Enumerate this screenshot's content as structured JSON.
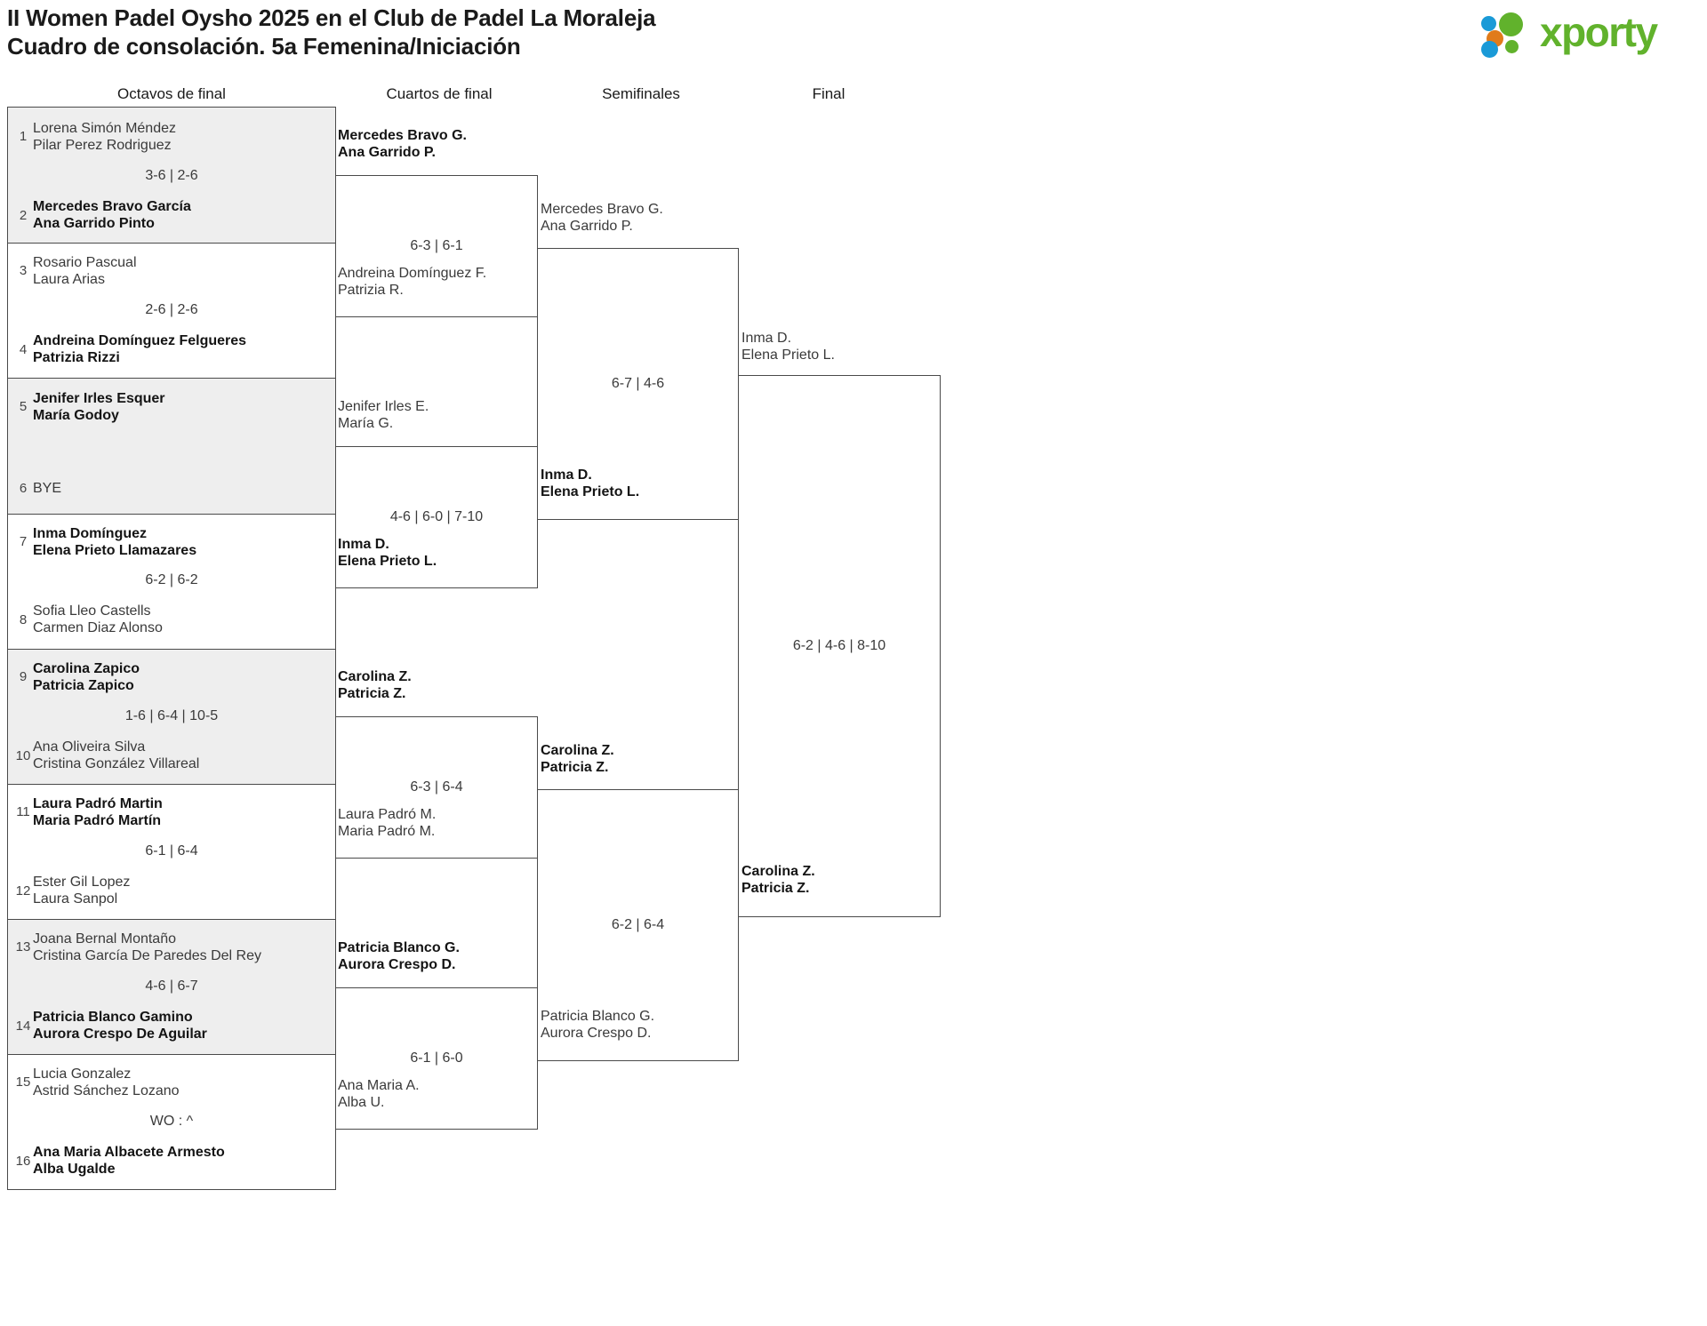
{
  "header": {
    "title_line1": "II Women Padel Oysho 2025 en el Club de Padel La Moraleja",
    "title_line2": "Cuadro de consolación. 5a Femenina/Iniciación",
    "logo_text": "xporty",
    "logo_colors": {
      "blue": "#1a9ad7",
      "orange": "#e07b1a",
      "green": "#61b22c"
    }
  },
  "rounds": [
    {
      "label": "Octavos de final"
    },
    {
      "label": "Cuartos de final"
    },
    {
      "label": "Semifinales"
    },
    {
      "label": "Final"
    }
  ],
  "chart_data": {
    "type": "bracket",
    "title": "II Women Padel Oysho 2025 en el Club de Padel La Moraleja — Cuadro de consolación. 5a Femenina/Iniciación",
    "rounds": [
      "Octavos de final",
      "Cuartos de final",
      "Semifinales",
      "Final"
    ],
    "round1_slots": [
      {
        "seed": "1",
        "lines": [
          "Lorena Simón Méndez",
          "Pilar Perez Rodriguez"
        ],
        "winner": false
      },
      {
        "seed": "2",
        "lines": [
          "Mercedes Bravo García",
          "Ana Garrido Pinto"
        ],
        "winner": true
      },
      {
        "seed": "3",
        "lines": [
          "Rosario Pascual",
          "Laura Arias"
        ],
        "winner": false
      },
      {
        "seed": "4",
        "lines": [
          "Andreina Domínguez Felgueres",
          "Patrizia Rizzi"
        ],
        "winner": true
      },
      {
        "seed": "5",
        "lines": [
          "Jenifer Irles Esquer",
          "María Godoy"
        ],
        "winner": true
      },
      {
        "seed": "6",
        "lines": [
          "BYE"
        ],
        "winner": false
      },
      {
        "seed": "7",
        "lines": [
          "Inma Domínguez",
          "Elena Prieto Llamazares"
        ],
        "winner": true
      },
      {
        "seed": "8",
        "lines": [
          "Sofia Lleo Castells",
          "Carmen Diaz Alonso"
        ],
        "winner": false
      },
      {
        "seed": "9",
        "lines": [
          "Carolina Zapico",
          "Patricia Zapico"
        ],
        "winner": true
      },
      {
        "seed": "10",
        "lines": [
          "Ana Oliveira Silva",
          "Cristina González Villareal"
        ],
        "winner": false
      },
      {
        "seed": "11",
        "lines": [
          "Laura Padró Martin",
          "Maria Padró Martín"
        ],
        "winner": true
      },
      {
        "seed": "12",
        "lines": [
          "Ester Gil Lopez",
          "Laura Sanpol"
        ],
        "winner": false
      },
      {
        "seed": "13",
        "lines": [
          "Joana Bernal Montaño",
          "Cristina García De Paredes Del Rey"
        ],
        "winner": false
      },
      {
        "seed": "14",
        "lines": [
          "Patricia Blanco Gamino",
          "Aurora Crespo De Aguilar"
        ],
        "winner": true
      },
      {
        "seed": "15",
        "lines": [
          "Lucia Gonzalez",
          "Astrid Sánchez Lozano"
        ],
        "winner": false
      },
      {
        "seed": "16",
        "lines": [
          "Ana Maria Albacete Armesto",
          "Alba Ugalde"
        ],
        "winner": true
      }
    ],
    "round1_scores": [
      "3-6 | 2-6",
      "2-6 | 2-6",
      "",
      "6-2 | 6-2",
      "1-6 | 6-4 | 10-5",
      "6-1 | 6-4",
      "4-6 | 6-7",
      "WO : ^"
    ],
    "round2_slots": [
      {
        "lines": [
          "Mercedes Bravo G.",
          "Ana Garrido P."
        ],
        "winner": true
      },
      {
        "lines": [
          "Andreina Domínguez F.",
          "Patrizia R."
        ],
        "winner": false
      },
      {
        "lines": [
          "Jenifer Irles E.",
          "María G."
        ],
        "winner": false
      },
      {
        "lines": [
          "Inma D.",
          "Elena Prieto L."
        ],
        "winner": true
      },
      {
        "lines": [
          "Carolina Z.",
          "Patricia Z."
        ],
        "winner": true
      },
      {
        "lines": [
          "Laura Padró M.",
          "Maria Padró M."
        ],
        "winner": false
      },
      {
        "lines": [
          "Patricia Blanco G.",
          "Aurora Crespo D."
        ],
        "winner": true
      },
      {
        "lines": [
          "Ana Maria A.",
          "Alba U."
        ],
        "winner": false
      }
    ],
    "round2_scores": [
      "6-3 | 6-1",
      "4-6 | 6-0 | 7-10",
      "6-3 | 6-4",
      "6-1 | 6-0"
    ],
    "round3_slots": [
      {
        "lines": [
          "Mercedes Bravo G.",
          "Ana Garrido P."
        ],
        "winner": false
      },
      {
        "lines": [
          "Inma D.",
          "Elena Prieto L."
        ],
        "winner": true
      },
      {
        "lines": [
          "Carolina Z.",
          "Patricia Z."
        ],
        "winner": true
      },
      {
        "lines": [
          "Patricia Blanco G.",
          "Aurora Crespo D."
        ],
        "winner": false
      }
    ],
    "round3_scores": [
      "6-7 | 4-6",
      "6-2 | 6-4"
    ],
    "round4_slots": [
      {
        "lines": [
          "Inma D.",
          "Elena Prieto L."
        ],
        "winner": false
      },
      {
        "lines": [
          "Carolina Z.",
          "Patricia Z."
        ],
        "winner": true
      }
    ],
    "round4_scores": [
      "6-2 | 4-6 | 8-10"
    ],
    "champion": [
      "Carolina Z.",
      "Patricia Z."
    ]
  }
}
